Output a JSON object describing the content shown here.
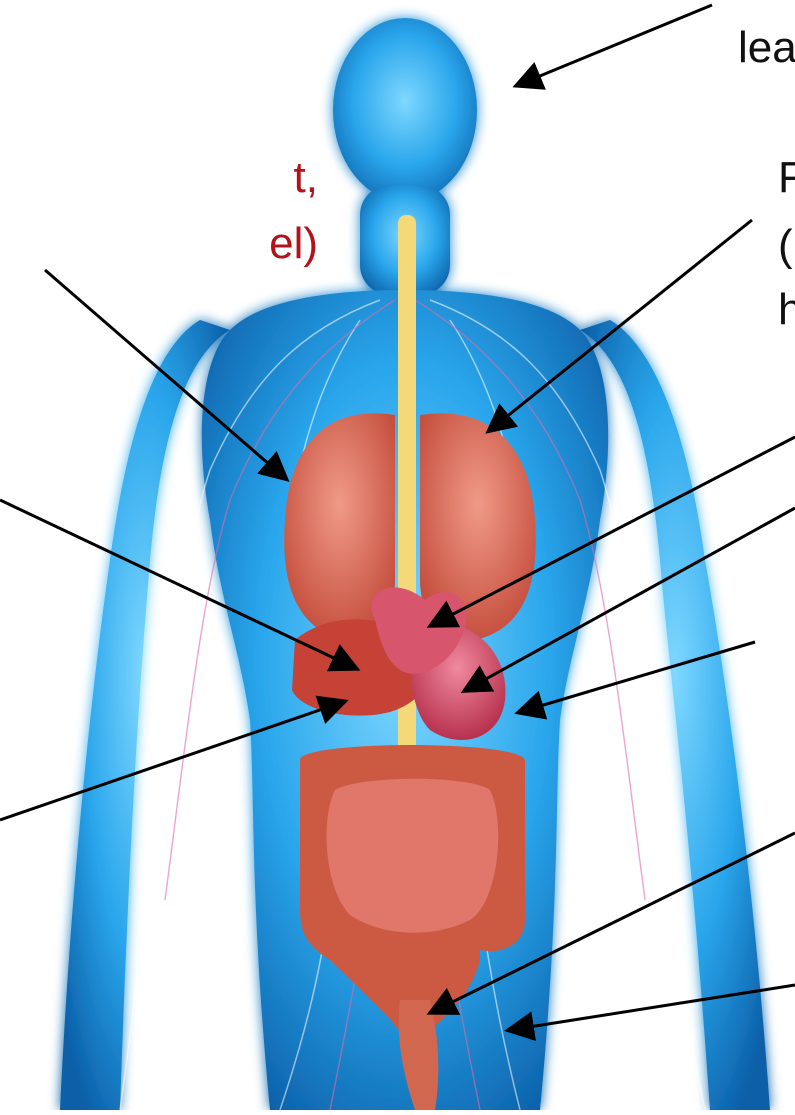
{
  "labels": {
    "brain": "lea",
    "lungs_line1": "t,",
    "lungs_line2": "el)",
    "ribs_line1": "F",
    "ribs_line2": "(",
    "ribs_line3": "h"
  },
  "colors": {
    "body_glow": "#1a8fe0",
    "body_core": "#39b6f5",
    "organ_red": "#c8463c",
    "organ_pink": "#e26b86",
    "spine": "#f4d97a",
    "label_red": "#b3121b",
    "arrow": "#000000"
  }
}
